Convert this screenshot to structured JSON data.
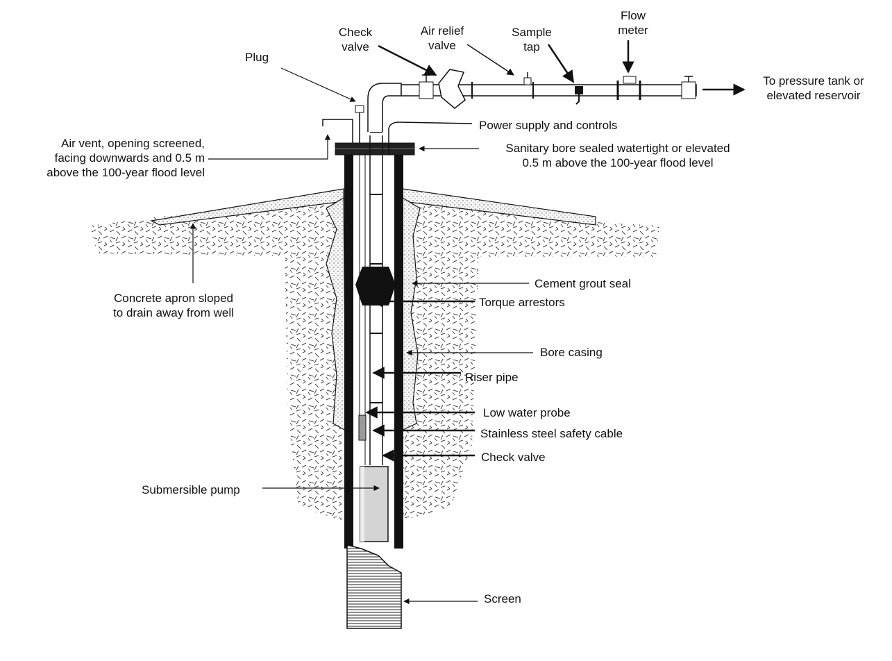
{
  "labels": {
    "check_valve_top": [
      "Check",
      "valve"
    ],
    "air_relief_valve": [
      "Air relief",
      "valve"
    ],
    "sample_tap": [
      "Sample",
      "tap"
    ],
    "flow_meter": [
      "Flow",
      "meter"
    ],
    "plug": "Plug",
    "to_tank": [
      "To pressure tank or",
      "elevated reservoir"
    ],
    "power_supply": "Power supply and controls",
    "air_vent": [
      "Air vent, opening screened,",
      "facing downwards and 0.5 m",
      "above the 100-year flood level"
    ],
    "sanitary_seal": [
      "Sanitary bore sealed watertight or elevated",
      "0.5 m above the 100-year flood level"
    ],
    "concrete_apron": [
      "Concrete apron sloped",
      "to drain away from well"
    ],
    "cement_grout": "Cement grout seal",
    "torque_arrestors": "Torque arrestors",
    "bore_casing": "Bore casing",
    "riser_pipe": "Riser pipe",
    "low_water_probe": "Low water probe",
    "safety_cable": "Stainless steel safety cable",
    "check_valve_lower": "Check valve",
    "submersible_pump": "Submersible pump",
    "screen": "Screen"
  },
  "colors": {
    "line": "#111111",
    "grout": "#f3f3f3",
    "pump": "#d4d4d4",
    "probe": "#9a9a9a"
  }
}
